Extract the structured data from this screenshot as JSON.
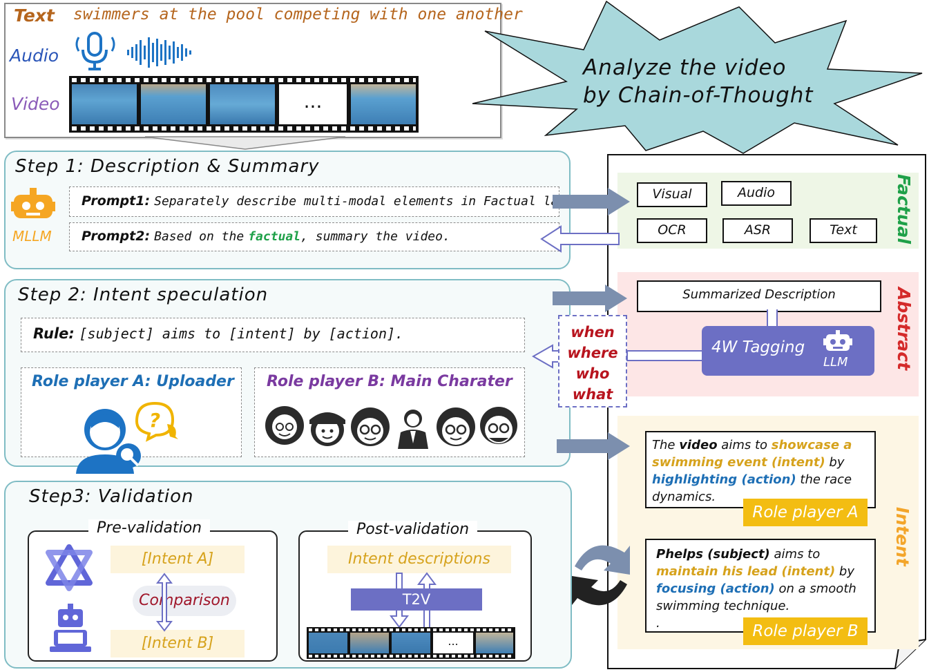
{
  "input": {
    "text_label": "Text",
    "text_value": "swimmers at the pool competing with one another",
    "audio_label": "Audio",
    "video_label": "Video",
    "ellipsis": "..."
  },
  "callout": {
    "line1": "Analyze the video",
    "line2": "by Chain-of-Thought"
  },
  "step1": {
    "title": "Step 1: Description & Summary",
    "mllm": "MLLM",
    "prompt1_label": "Prompt1:",
    "prompt1_text": "Separately describe multi-modal elements in Factual layer.",
    "prompt2_label": "Prompt2:",
    "prompt2_pre": "Based on the",
    "prompt2_hl": "factual",
    "prompt2_post": ", summary the video."
  },
  "step2": {
    "title": "Step 2: Intent speculation",
    "rule_label": "Rule:",
    "rule_text": "[subject] aims to [intent] by [action].",
    "role_a": "Role player A: Uploader",
    "role_b": "Role player B: Main Charater",
    "w": [
      "when",
      "where",
      "who",
      "what"
    ]
  },
  "step3": {
    "title": "Step3: Validation",
    "pre": "Pre-validation",
    "intent_a": "[Intent A]",
    "comparison": "Comparison",
    "intent_b": "[Intent B]",
    "post": "Post-validation",
    "intent_desc": "Intent descriptions",
    "t2v": "T2V",
    "ellipsis": "..."
  },
  "factual": {
    "layer": "Factual",
    "chips": [
      "Visual",
      "Audio",
      "OCR",
      "ASR",
      "Text"
    ]
  },
  "abstract": {
    "layer": "Abstract",
    "summarized": "Summarized Description",
    "tagging": "4W Tagging",
    "llm": "LLM"
  },
  "intent": {
    "layer": "Intent",
    "a": {
      "p1": "The ",
      "p2": "video",
      "p3": " aims to ",
      "p4": "showcase a swimming event (intent)",
      "p5": " by ",
      "p6": "highlighting (action)",
      "p7": " the race dynamics."
    },
    "a_tag": "Role player A",
    "b": {
      "p1": "Phelps (subject)",
      "p2": " aims to ",
      "p3": "maintain his lead (intent)",
      "p4": " by ",
      "p5": "focusing (action)",
      "p6": " on a smooth swimming technique.",
      "p7": "."
    },
    "b_tag": "Role player B"
  },
  "colors": {
    "step_border": "#7fbcc4",
    "accent_purple": "#6c6fc4",
    "gold": "#f3bd12",
    "factual_green": "#1ea048",
    "abstract_red": "#d42a2a",
    "intent_orange": "#f3a52a",
    "callout_fill": "#a9d8dc"
  }
}
